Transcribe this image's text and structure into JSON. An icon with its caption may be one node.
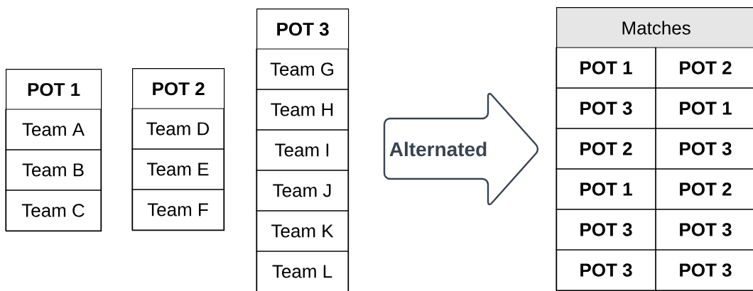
{
  "diagram": {
    "nodes": [
      {
        "text": [
          "POT 1"
        ]
      },
      {
        "text": [
          "Team A"
        ],
        "in": 0
      },
      {
        "text": [
          "Team B"
        ],
        "in": 0
      },
      {
        "text": [
          "Team C"
        ],
        "in": 0
      },
      {
        "text": [
          "POT 2"
        ]
      },
      {
        "text": [
          "Team D"
        ],
        "in": 4
      },
      {
        "text": [
          "Team E"
        ],
        "in": 4
      },
      {
        "text": [
          "Team F"
        ],
        "in": 4
      },
      {
        "text": [
          "POT 3"
        ]
      },
      {
        "text": [
          "Team G"
        ],
        "in": 8
      },
      {
        "text": [
          "Team H"
        ],
        "in": 8
      },
      {
        "text": [
          "Team I"
        ],
        "in": 8
      },
      {
        "text": [
          "Team J"
        ],
        "in": 8
      },
      {
        "text": [
          "Team K"
        ],
        "in": 8
      },
      {
        "text": [
          "Team L"
        ],
        "in": 8
      },
      {
        "text": [
          "Alternated"
        ]
      },
      {
        "text": [
          "Matches"
        ]
      },
      {
        "text": [
          "POT 1"
        ],
        "in": 16
      },
      {
        "text": [
          "POT 2"
        ],
        "in": 16
      },
      {
        "text": [
          "POT 3"
        ],
        "in": 16
      },
      {
        "text": [
          "POT 1"
        ],
        "in": 16
      },
      {
        "text": [
          "POT 2"
        ],
        "in": 16
      },
      {
        "text": [
          "POT 3"
        ],
        "in": 16
      },
      {
        "text": [
          "POT 1"
        ],
        "in": 16
      },
      {
        "text": [
          "POT 2"
        ],
        "in": 16
      },
      {
        "text": [
          "POT 3"
        ],
        "in": 16
      },
      {
        "text": [
          "POT 3"
        ],
        "in": 16
      },
      {
        "text": [
          "POT 3"
        ],
        "in": 16
      },
      {
        "text": [
          "POT 3"
        ],
        "in": 16
      }
    ]
  }
}
